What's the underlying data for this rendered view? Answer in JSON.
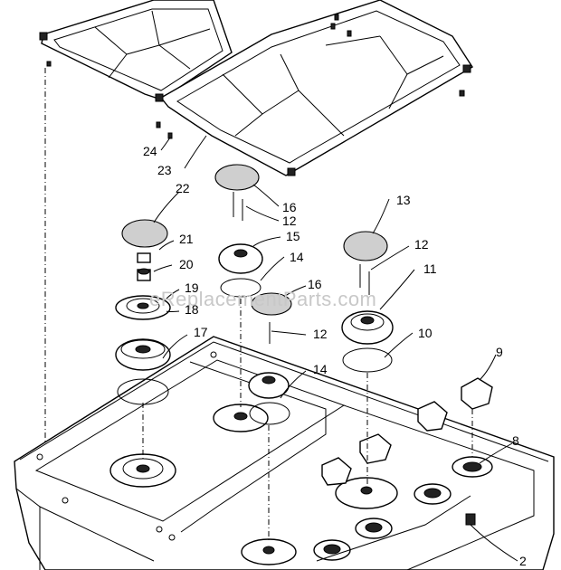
{
  "watermark": "eReplacementParts.com",
  "callouts": {
    "c2": "2",
    "c8": "8",
    "c9": "9",
    "c10": "10",
    "c11": "11",
    "c12a": "12",
    "c12b": "12",
    "c12c": "12",
    "c13": "13",
    "c14a": "14",
    "c14b": "14",
    "c15": "15",
    "c16a": "16",
    "c16b": "16",
    "c17": "17",
    "c18": "18",
    "c19": "19",
    "c20": "20",
    "c21": "21",
    "c22": "22",
    "c23": "23",
    "c24": "24"
  }
}
